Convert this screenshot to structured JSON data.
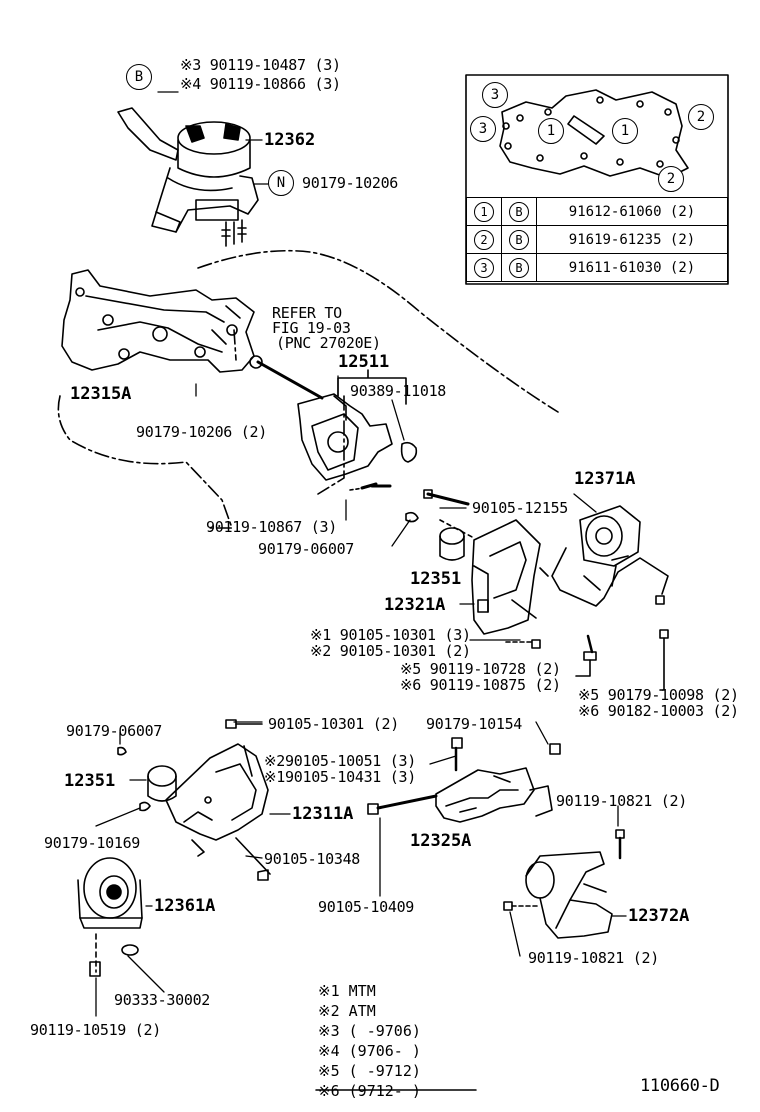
{
  "top_mount": {
    "circle": "B",
    "note3": "※3 90119-10487 (3)",
    "note4": "※4 90119-10866 (3)",
    "part": "12362",
    "n_circle": "N",
    "nut": "90179-10206"
  },
  "key_box": {
    "pattern_labels": [
      "3",
      "3",
      "1",
      "1",
      "2",
      "2"
    ],
    "rows": [
      {
        "num": "1",
        "ref": "B",
        "part": "91612-61060 (2)"
      },
      {
        "num": "2",
        "ref": "B",
        "part": "91619-61235 (2)"
      },
      {
        "num": "3",
        "ref": "B",
        "part": "91611-61030 (2)"
      }
    ]
  },
  "refer": {
    "line1": "REFER TO",
    "line2": "FIG 19-03",
    "line3": "(PNC 27020E)"
  },
  "labels": {
    "p12315A": "12315A",
    "p90179_10206_2": "90179-10206 (2)",
    "p12511": "12511",
    "p90389_11018": "90389-11018",
    "p90119_10867_3": "90119-10867 (3)",
    "p90179_06007_a": "90179-06007",
    "p90105_12155": "90105-12155",
    "p12371A": "12371A",
    "p12351_a": "12351",
    "p12321A": "12321A",
    "n1_10301": "※1 90105-10301 (3)",
    "n2_10301": "※2 90105-10301 (2)",
    "n5_10728": "※5 90119-10728 (2)",
    "n6_10875": "※6 90119-10875 (2)",
    "n5_10098": "※5 90179-10098 (2)",
    "n6_10003": "※6 90182-10003 (2)",
    "p90179_06007_b": "90179-06007",
    "p90105_10301_2": "90105-10301 (2)",
    "p90179_10154": "90179-10154",
    "n2_10051": "※290105-10051 (3)",
    "n1_10431": "※190105-10431 (3)",
    "p12351_b": "12351",
    "p12311A": "12311A",
    "p90179_10169": "90179-10169",
    "p90105_10348": "90105-10348",
    "p12325A": "12325A",
    "p90119_10821_a": "90119-10821 (2)",
    "p12361A": "12361A",
    "p90105_10409": "90105-10409",
    "p12372A": "12372A",
    "p90119_10821_b": "90119-10821 (2)",
    "p90333_30002": "90333-30002",
    "p90119_10519_2": "90119-10519 (2)"
  },
  "legend": [
    "※1 MTM",
    "※2 ATM",
    "※3 (    -9706)",
    "※4 (9706-    )",
    "※5 (    -9712)",
    "※6 (9712-    )"
  ],
  "figure_id": "110660-D"
}
